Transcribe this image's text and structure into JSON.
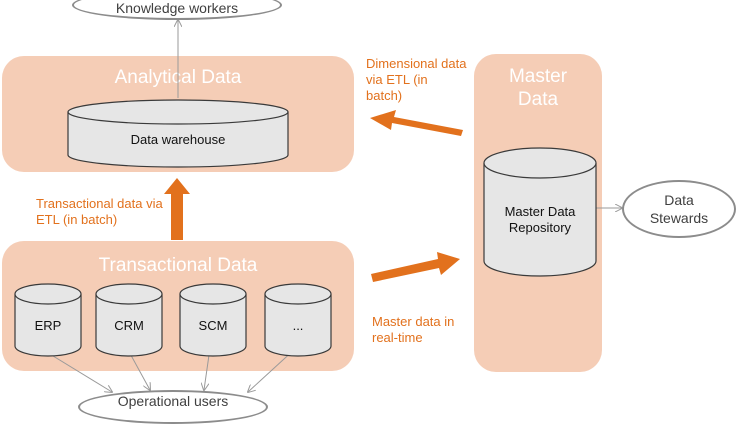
{
  "panels": {
    "analytical": {
      "title": "Analytical Data"
    },
    "transactional": {
      "title": "Transactional Data"
    },
    "master": {
      "title_line1": "Master",
      "title_line2": "Data"
    }
  },
  "stores": {
    "warehouse": "Data warehouse",
    "erp": "ERP",
    "crm": "CRM",
    "scm": "SCM",
    "other": "...",
    "mdr_line1": "Master Data",
    "mdr_line2": "Repository"
  },
  "actors": {
    "knowledge_workers": "Knowledge workers",
    "operational_users": "Operational users",
    "data_stewards_line1": "Data",
    "data_stewards_line2": "Stewards"
  },
  "flows": {
    "transactional_to_warehouse": [
      "Transactional data via",
      "ETL (in batch)"
    ],
    "dimensional_to_warehouse": [
      "Dimensional data",
      "via ETL (in",
      "batch)"
    ],
    "master_realtime": [
      "Master data in",
      "real-time"
    ]
  },
  "colors": {
    "panel": "#f5cdb6",
    "arrow": "#e2711d",
    "cylinder_fill": "#e6e6e6",
    "cylinder_stroke": "#3a3a3a",
    "connector": "#9a9a9a"
  }
}
